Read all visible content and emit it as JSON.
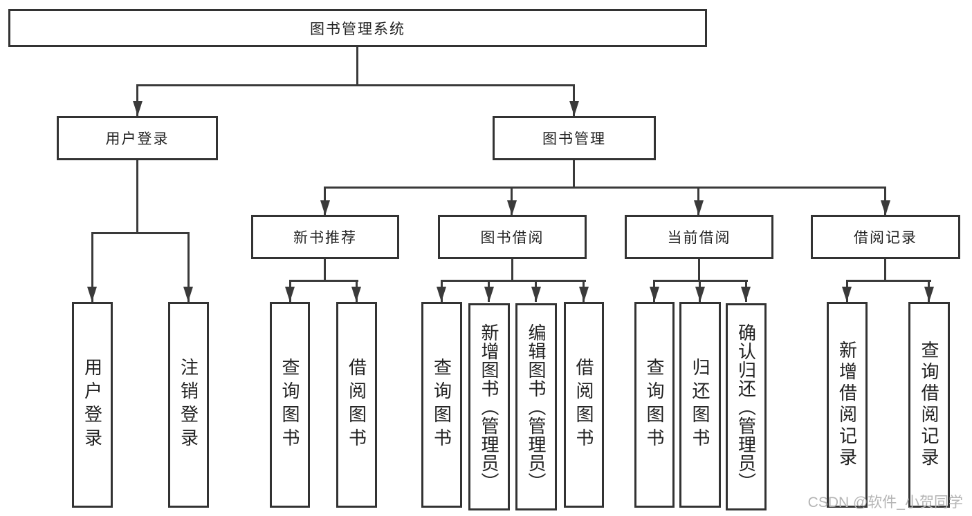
{
  "diagram": {
    "type": "hierarchy-tree",
    "tree": {
      "label": "图书管理系统",
      "children": [
        {
          "label": "用户登录",
          "children": [
            {
              "label": "用户登录"
            },
            {
              "label": "注销登录"
            }
          ]
        },
        {
          "label": "图书管理",
          "children": [
            {
              "label": "新书推荐",
              "children": [
                {
                  "label": "查询图书"
                },
                {
                  "label": "借阅图书"
                }
              ]
            },
            {
              "label": "图书借阅",
              "children": [
                {
                  "label": "查询图书"
                },
                {
                  "label": "新增图书（管理员）"
                },
                {
                  "label": "编辑图书（管理员）"
                },
                {
                  "label": "借阅图书"
                }
              ]
            },
            {
              "label": "当前借阅",
              "children": [
                {
                  "label": "查询图书"
                },
                {
                  "label": "归还图书"
                },
                {
                  "label": "确认归还（管理员）"
                }
              ]
            },
            {
              "label": "借阅记录",
              "children": [
                {
                  "label": "新增借阅记录"
                },
                {
                  "label": "查询借阅记录"
                }
              ]
            }
          ]
        }
      ]
    }
  },
  "watermark": {
    "text": "CSDN @软件_小贺同学"
  },
  "colors": {
    "line": "#3a3a3a",
    "border": "#333333",
    "text": "#222222",
    "watermark": "#b4b4b4",
    "background": "#ffffff"
  }
}
